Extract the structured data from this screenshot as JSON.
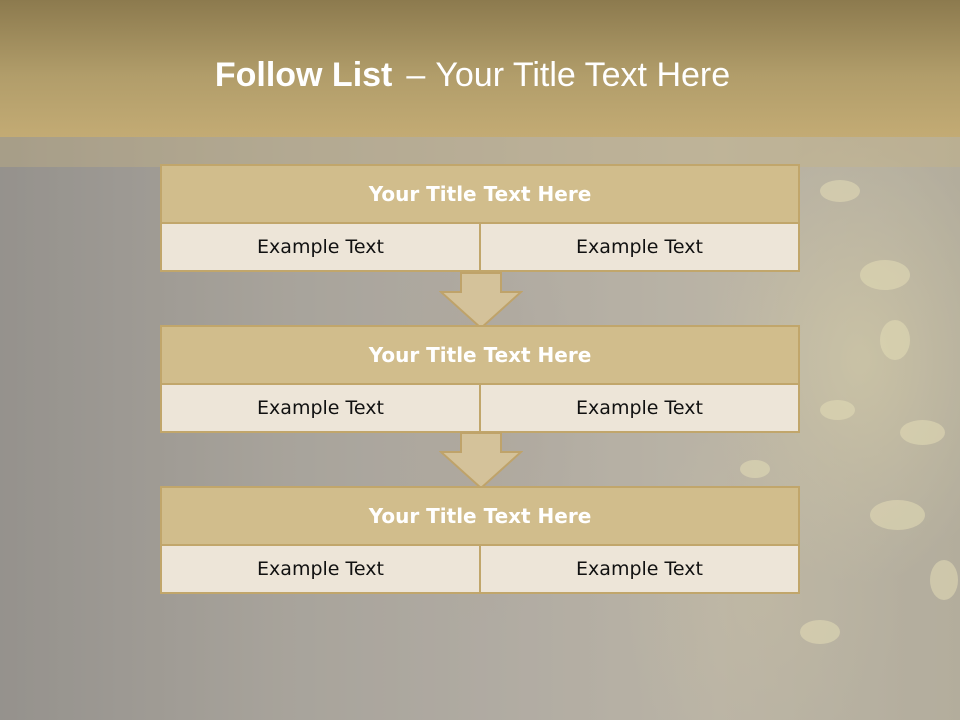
{
  "slide": {
    "title_bold": "Follow List",
    "title_dash": "–",
    "title_rest": "Your Title Text Here"
  },
  "steps": [
    {
      "title": "Your Title Text Here",
      "left": "Example Text",
      "right": "Example Text"
    },
    {
      "title": "Your Title Text Here",
      "left": "Example Text",
      "right": "Example Text"
    },
    {
      "title": "Your Title Text Here",
      "left": "Example Text",
      "right": "Example Text"
    }
  ],
  "colors": {
    "accent": "#c1a66b",
    "header_fill": "#d1bd8c",
    "cell_fill": "#ede5d8",
    "title_bar": "#b19d6a"
  },
  "icons": [
    "down-arrow-icon",
    "down-arrow-icon"
  ]
}
